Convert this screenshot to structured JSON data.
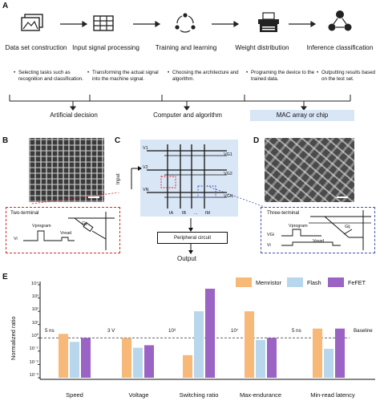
{
  "panel_labels": {
    "a": "A",
    "b": "B",
    "c": "C",
    "d": "D",
    "e": "E"
  },
  "pipeline": {
    "steps": [
      {
        "title": "Data set construction",
        "icon": "images-icon",
        "desc": "Selecting tasks such as recognition and classification."
      },
      {
        "title": "Input signal processing",
        "icon": "table-grid-icon",
        "desc": "Transforming the actual signal into the machine signal."
      },
      {
        "title": "Training and learning",
        "icon": "cycle-arrows-icon",
        "desc": "Choosing the architecture and algorithm."
      },
      {
        "title": "Weight distribution",
        "icon": "typewriter-icon",
        "desc": "Programing the device to the trained data."
      },
      {
        "title": "Inference classification",
        "icon": "network-people-icon",
        "desc": "Outputting results based on the test set."
      }
    ],
    "groups": {
      "artificial": "Artificial decision",
      "computer": "Computer and algorithm",
      "mac": "MAC array or chip"
    }
  },
  "crossbar": {
    "input_label": "Input",
    "rows": [
      "V1",
      "V2",
      "VN"
    ],
    "cols": [
      "IA",
      "IB",
      "...",
      "IM"
    ],
    "gates": [
      "VG1",
      "VG2",
      "VGN"
    ],
    "peripheral": "Peripheral circuit",
    "output": "Output"
  },
  "two_terminal": {
    "title": "Two-terminal",
    "g": "Gij",
    "vprogram": "Vprogram",
    "vread": "Vread",
    "vi": "Vi"
  },
  "three_terminal": {
    "title": "Three-terminal",
    "g": "Gij",
    "vprogram": "Vprogram",
    "vread": "Vread",
    "vgi": "VGi",
    "vi": "Vi"
  },
  "colors": {
    "memristor": "#f8b878",
    "flash": "#b8d6ec",
    "fefet": "#9b63c4",
    "red": "#d9272e",
    "blue": "#4455aa",
    "mac": "#d9e6f6"
  },
  "chart_data": {
    "type": "bar",
    "ylabel": "Normalized ratio",
    "y_scale": "log",
    "ylim": [
      0.001,
      10000
    ],
    "yticks": [
      "10⁴",
      "10³",
      "10²",
      "10¹",
      "10⁰",
      "10⁻¹",
      "10⁻²",
      "10⁻³"
    ],
    "categories": [
      "Speed",
      "Voltage",
      "Switching ratio",
      "Max-endurance",
      "Min-read latency"
    ],
    "series": [
      {
        "name": "Memristor",
        "values": [
          2,
          1,
          0.05,
          100,
          5
        ]
      },
      {
        "name": "Flash",
        "values": [
          0.5,
          0.18,
          100,
          0.7,
          0.15
        ]
      },
      {
        "name": "FeFET",
        "values": [
          1,
          0.28,
          5000,
          1,
          5
        ]
      }
    ],
    "baseline": {
      "value": 1,
      "label": "Baseline"
    },
    "annotations": [
      "5 ns",
      "3 V",
      "10³",
      "10⁷",
      "5 ns"
    ],
    "legend_position": "top-right"
  }
}
